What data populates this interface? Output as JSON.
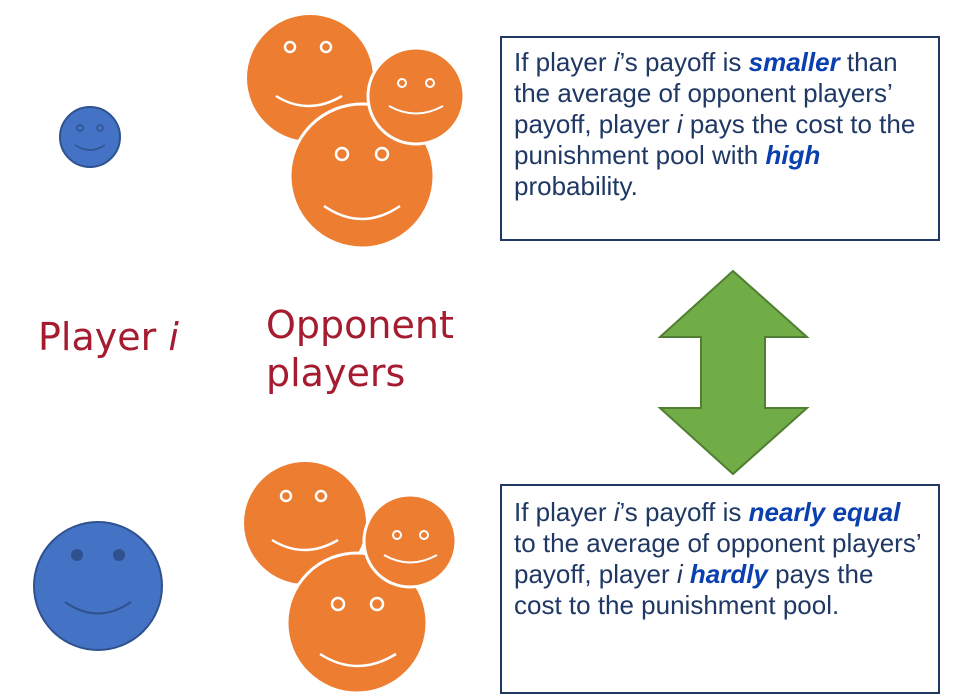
{
  "labels": {
    "player_prefix": "Player ",
    "player_var": "i",
    "opponent_line1": "Opponent",
    "opponent_line2": "players"
  },
  "top_box": {
    "t1": "If player ",
    "v1": "i",
    "t2": "’s payoff is ",
    "e1": "smaller",
    "t3": " than the average of opponent players’ payoff, player ",
    "v2": "i",
    "t4": " pays the cost to the punishment pool with ",
    "e2": "high",
    "t5": " probability."
  },
  "bottom_box": {
    "t1": "If player ",
    "v1": "i",
    "t2": "’s payoff is ",
    "e1": "nearly equal",
    "t3": " to the average of opponent players’ payoff, player ",
    "v2": "i",
    "t4": " ",
    "e2": "hardly",
    "t5": " pays the cost to the punishment pool."
  },
  "colors": {
    "player_face": "#4472c4",
    "opponent_face": "#ed7d31",
    "arrow": "#70ad47",
    "label_text": "#a51c30",
    "box_text": "#1f3864",
    "emphasis": "#0a3fb0"
  },
  "icons": [
    "smiley-face-icon",
    "double-arrow-icon"
  ]
}
